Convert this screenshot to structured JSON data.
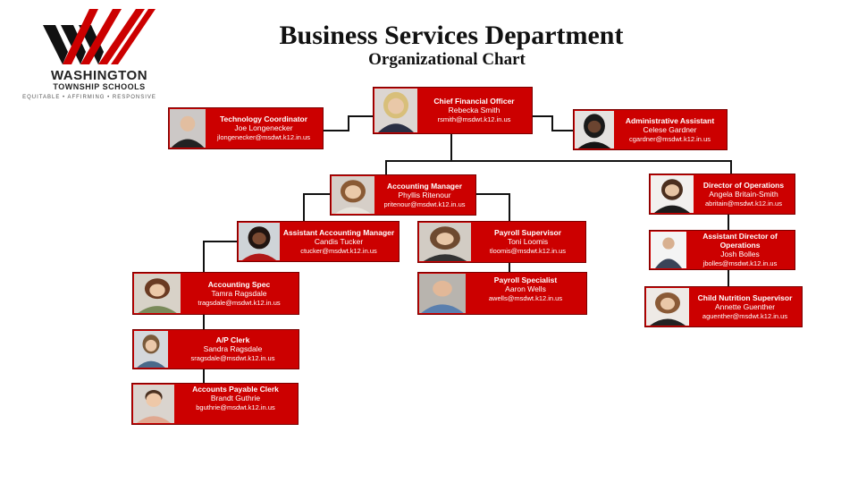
{
  "logo": {
    "name": "WASHINGTON",
    "sub": "TOWNSHIP SCHOOLS",
    "tagline": "EQUITABLE  •  AFFIRMING  •  RESPONSIVE"
  },
  "header": {
    "title": "Business Services Department",
    "subtitle": "Organizational Chart"
  },
  "colors": {
    "card": "#cc0000",
    "connector": "#111111"
  },
  "cards": [
    {
      "id": "cfo",
      "role": "Chief Financial Officer",
      "name": "Rebecka Smith",
      "email": "rsmith@msdwt.k12.in.us"
    },
    {
      "id": "tech",
      "role": "Technology Coordinator",
      "name": "Joe Longenecker",
      "email": "jlongenecker@msdwt.k12.in.us"
    },
    {
      "id": "admin",
      "role": "Administrative Assistant",
      "name": "Celese Gardner",
      "email": "cgardner@msdwt.k12.in.us"
    },
    {
      "id": "acctmgr",
      "role": "Accounting Manager",
      "name": "Phyllis Ritenour",
      "email": "pritenour@msdwt.k12.in.us"
    },
    {
      "id": "dirops",
      "role": "Director of Operations",
      "name": "Angela Britain-Smith",
      "email": "abritain@msdwt.k12.in.us"
    },
    {
      "id": "asstacct",
      "role": "Assistant Accounting Manager",
      "name": "Candis Tucker",
      "email": "ctucker@msdwt.k12.in.us"
    },
    {
      "id": "payroll",
      "role": "Payroll Supervisor",
      "name": "Toni Loomis",
      "email": "tloomis@msdwt.k12.in.us"
    },
    {
      "id": "asstdir",
      "role": "Assistant Director of Operations",
      "name": "Josh Bolles",
      "email": "jbolles@msdwt.k12.in.us"
    },
    {
      "id": "payspec",
      "role": "Payroll Specialist",
      "name": "Aaron Wells",
      "email": "awells@msdwt.k12.in.us"
    },
    {
      "id": "acctspec",
      "role": "Accounting Spec",
      "name": "Tamra Ragsdale",
      "email": "tragsdale@msdwt.k12.in.us"
    },
    {
      "id": "nutrition",
      "role": "Child Nutrition Supervisor",
      "name": "Annette Guenther",
      "email": "aguenther@msdwt.k12.in.us"
    },
    {
      "id": "apclerk",
      "role": "A/P Clerk",
      "name": "Sandra Ragsdale",
      "email": "sragsdale@msdwt.k12.in.us"
    },
    {
      "id": "apclerk2",
      "role": "Accounts Payable Clerk",
      "name": "Brandt Guthrie",
      "email": "bguthrie@msdwt.k12.in.us"
    }
  ]
}
